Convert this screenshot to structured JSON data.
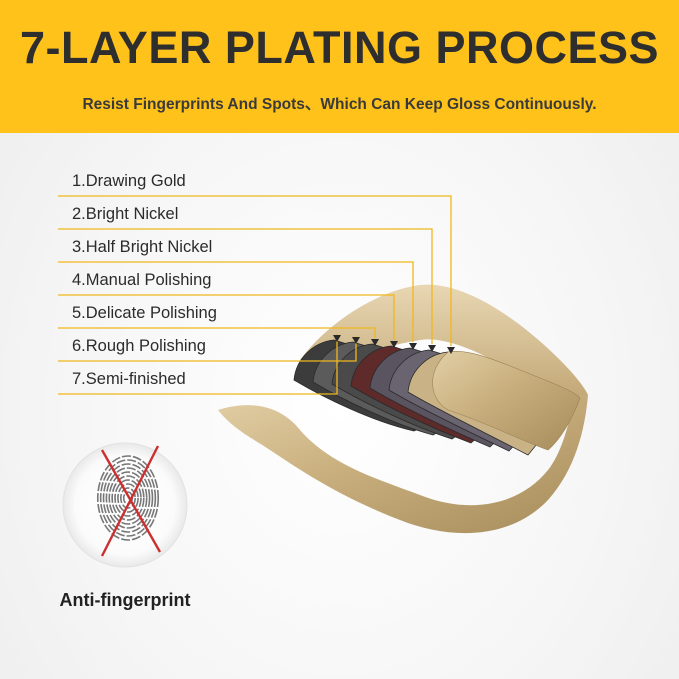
{
  "header": {
    "title": "7-LAYER PLATING PROCESS",
    "subtitle": "Resist Fingerprints And Spots、Which Can Keep Gloss Continuously."
  },
  "layers": [
    {
      "label": "1.Drawing Gold",
      "color": "#c9b286"
    },
    {
      "label": "2.Bright Nickel",
      "color": "#6a6470"
    },
    {
      "label": "3.Half Bright Nickel",
      "color": "#5a5460"
    },
    {
      "label": "4.Manual Polishing",
      "color": "#5e2a2a"
    },
    {
      "label": "5.Delicate Polishing",
      "color": "#4a4a4a"
    },
    {
      "label": "6.Rough Polishing",
      "color": "#5b5b5b"
    },
    {
      "label": "7.Semi-finished",
      "color": "#3c3c3c"
    }
  ],
  "badge": {
    "label": "Anti-fingerprint",
    "icon": "fingerprint-crossed-icon"
  },
  "colors": {
    "banner": "#ffc21a",
    "leader": "#f0b71c",
    "cross": "#cc2f2f"
  }
}
